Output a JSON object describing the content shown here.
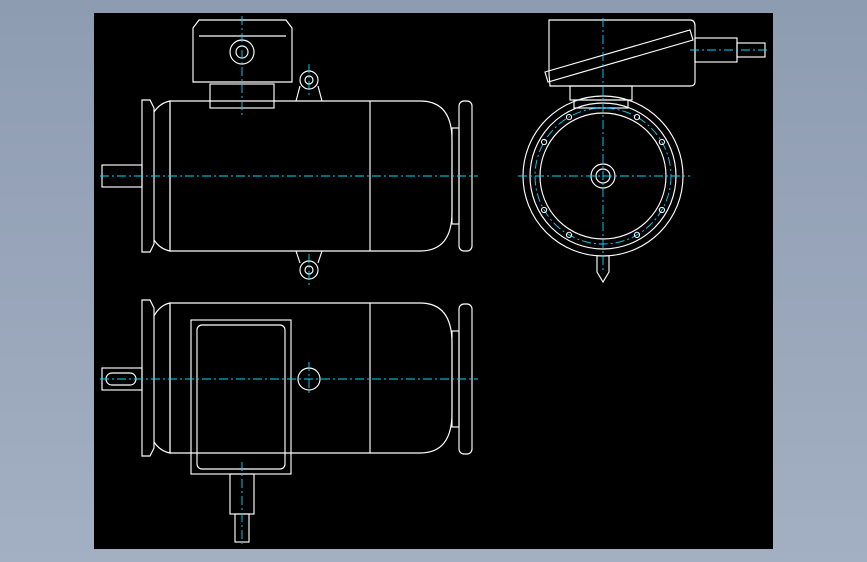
{
  "viewport": {
    "background": "#8e9cb2",
    "sheet_color": "#000000",
    "line_color": "#ffffff",
    "centerline_color": "#00d8ff"
  },
  "views": [
    "front-view",
    "side-view",
    "plan-view"
  ]
}
